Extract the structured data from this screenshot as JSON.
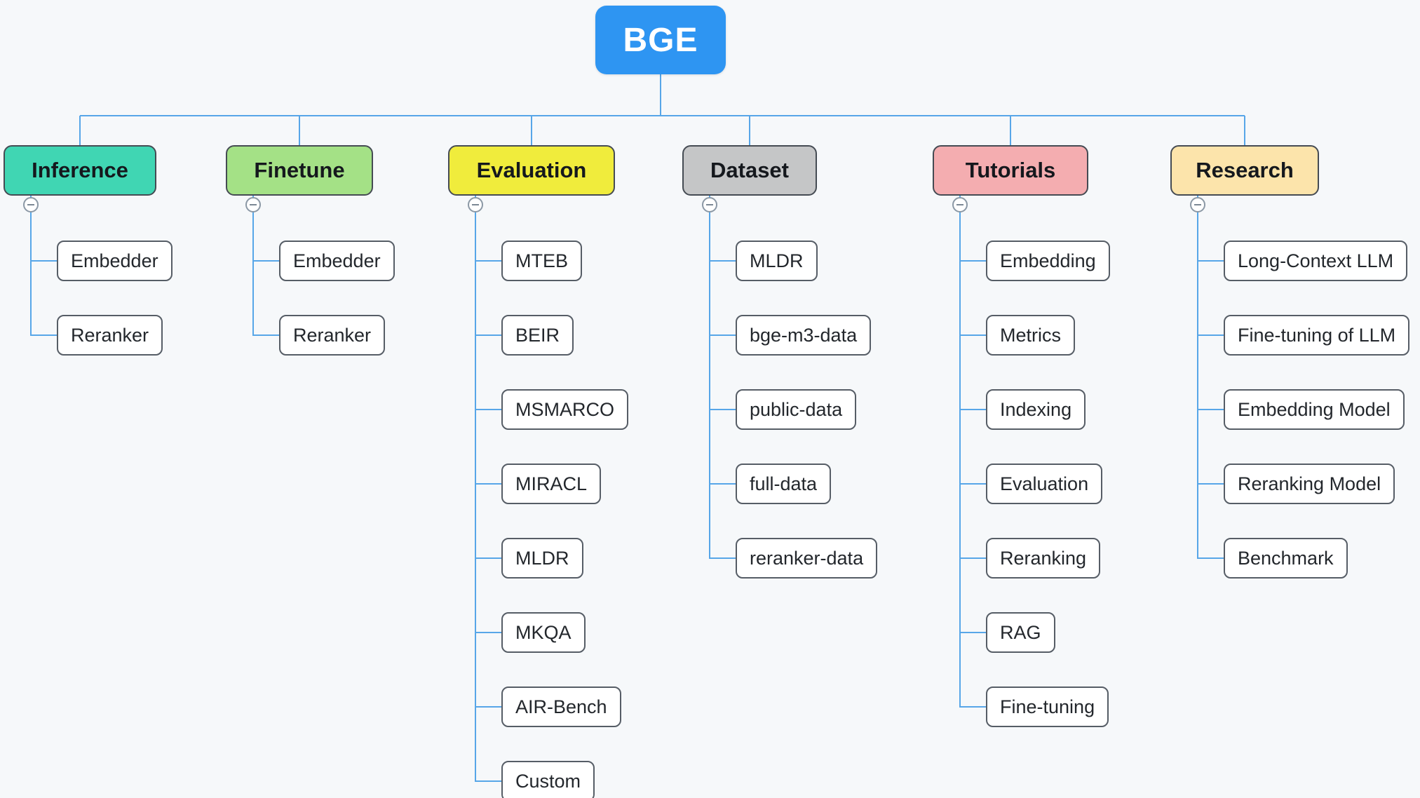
{
  "colors": {
    "background": "#f6f8fa",
    "connector_line": "#57a6e8",
    "child_border": "#565d66"
  },
  "icons": {
    "collapse_minus": "−"
  },
  "root": {
    "label": "BGE",
    "color": "#2e95f2",
    "text_color": "#ffffff"
  },
  "branches": [
    {
      "label": "Inference",
      "color": "#40d6b3",
      "children": [
        "Embedder",
        "Reranker"
      ]
    },
    {
      "label": "Finetune",
      "color": "#a4e186",
      "children": [
        "Embedder",
        "Reranker"
      ]
    },
    {
      "label": "Evaluation",
      "color": "#f0ec3c",
      "children": [
        "MTEB",
        "BEIR",
        "MSMARCO",
        "MIRACL",
        "MLDR",
        "MKQA",
        "AIR-Bench",
        "Custom"
      ]
    },
    {
      "label": "Dataset",
      "color": "#c5c6c7",
      "children": [
        "MLDR",
        "bge-m3-data",
        "public-data",
        "full-data",
        "reranker-data"
      ]
    },
    {
      "label": "Tutorials",
      "color": "#f4adb0",
      "children": [
        "Embedding",
        "Metrics",
        "Indexing",
        "Evaluation",
        "Reranking",
        "RAG",
        "Fine-tuning"
      ]
    },
    {
      "label": "Research",
      "color": "#fce4ab",
      "children": [
        "Long-Context LLM",
        "Fine-tuning of LLM",
        "Embedding Model",
        "Reranking Model",
        "Benchmark"
      ]
    }
  ]
}
